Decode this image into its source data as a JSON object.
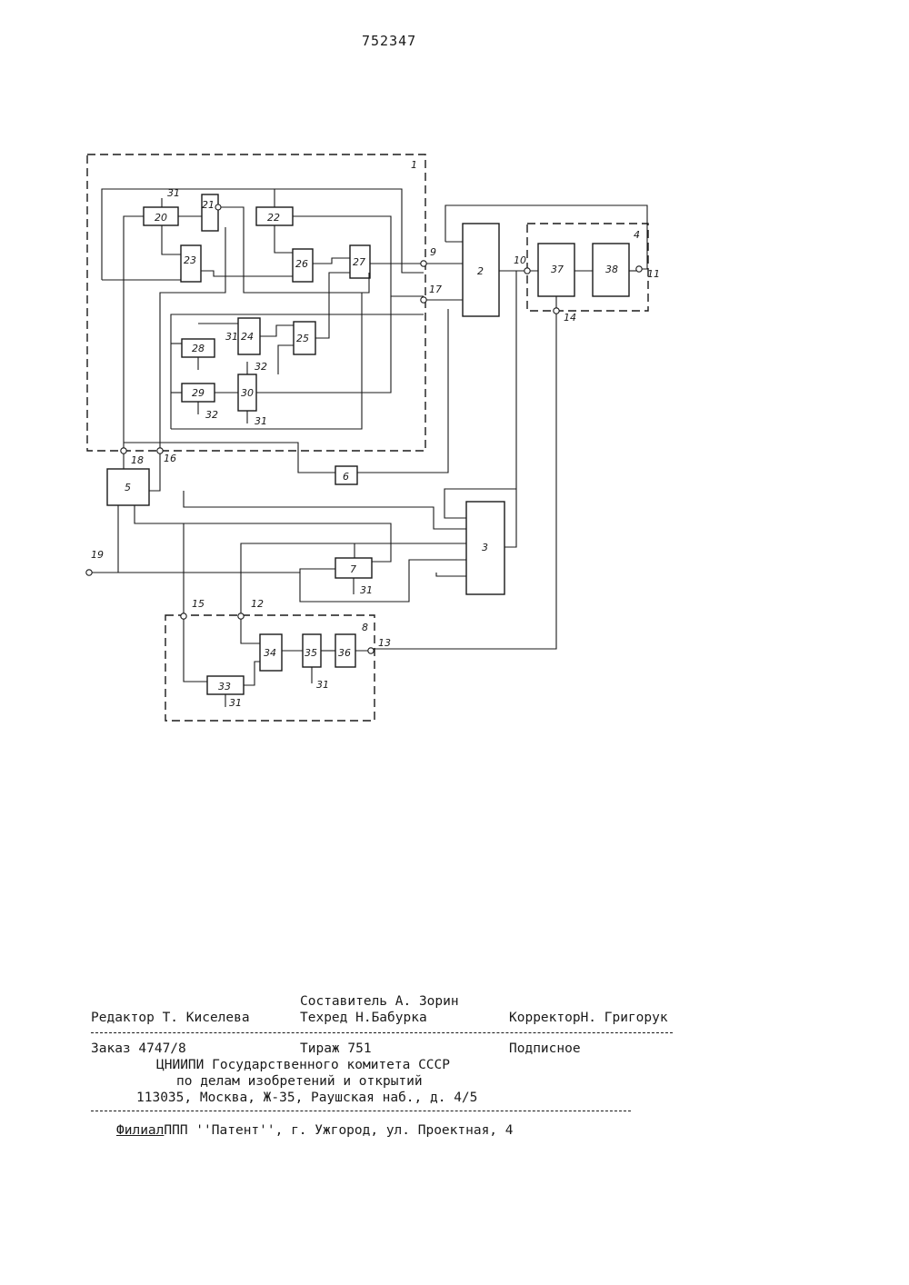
{
  "document_number": "752347",
  "diagram": {
    "block_labels": [
      "1",
      "2",
      "3",
      "4",
      "5",
      "6",
      "7",
      "8",
      "20",
      "21",
      "22",
      "23",
      "24",
      "25",
      "26",
      "27",
      "28",
      "29",
      "30",
      "33",
      "34",
      "35",
      "36",
      "37",
      "38"
    ],
    "terminal_labels": [
      "9",
      "10",
      "11",
      "12",
      "13",
      "14",
      "15",
      "16",
      "17",
      "18",
      "19"
    ],
    "control_labels": [
      "31",
      "32"
    ]
  },
  "footer": {
    "composer": "Составитель А. Зорин",
    "editor": "Редактор Т. Киселева",
    "techred": "Техред Н.Бабурка",
    "corrector": "КорректорН. Григорук",
    "order": "Заказ 4747/8",
    "circulation": "Тираж 751",
    "subscription": "Подписное",
    "org_line1": "ЦНИИПИ Государственного комитета СССР",
    "org_line2": "по делам изобретений и открытий",
    "address": "113035, Москва, Ж-35, Раушская наб., д. 4/5",
    "branch_label": "Филиал",
    "branch_rest": "ППП ''Патент'', г. Ужгород, ул. Проектная, 4"
  }
}
